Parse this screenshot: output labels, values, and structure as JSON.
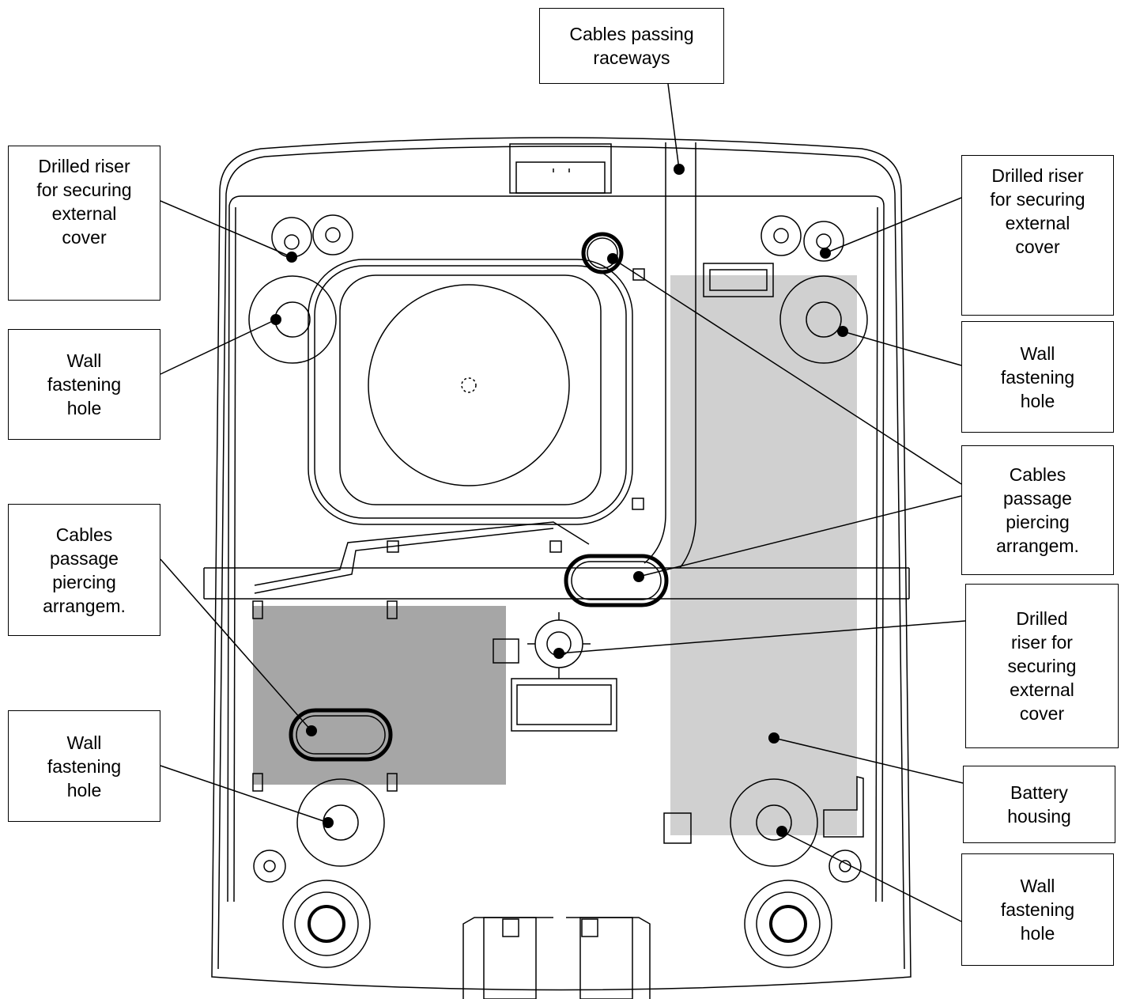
{
  "callouts": {
    "cables_passing_raceways": "Cables passing\nraceways",
    "riser_top_left": "Drilled riser\nfor securing\nexternal\ncover",
    "riser_top_right": "Drilled riser\nfor securing\nexternal\ncover",
    "wall_hole_left_upper": "Wall\nfastening\nhole",
    "wall_hole_right_upper": "Wall\nfastening\nhole",
    "cables_piercing_left": "Cables\npassage\npiercing\narrangem.",
    "cables_piercing_right": "Cables\npassage\npiercing\narrangem.",
    "riser_middle_right": "Drilled\nriser for\nsecuring\nexternal\ncover",
    "wall_hole_left_lower": "Wall\nfastening\nhole",
    "battery_housing": "Battery\nhousing",
    "wall_hole_right_lower": "Wall\nfastening\nhole"
  },
  "colors": {
    "outline": "#000000",
    "battery_area": "#d0d0d0",
    "piercing_area": "#a6a6a6"
  }
}
